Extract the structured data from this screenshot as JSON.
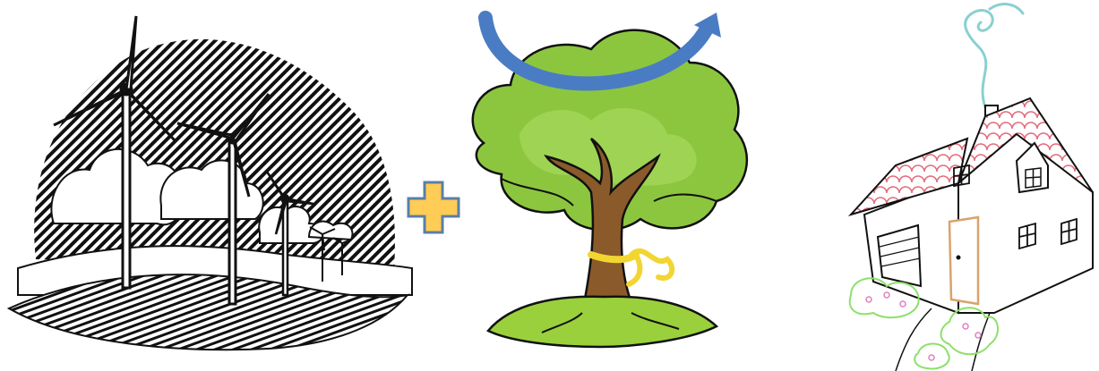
{
  "scene": {
    "panels": [
      {
        "name": "wind-turbines-illustration",
        "style": "black-and-white engraving"
      },
      {
        "name": "plus-sign",
        "style": "yellow with blue outline"
      },
      {
        "name": "tree-illustration",
        "style": "color cartoon"
      },
      {
        "name": "house-illustration",
        "style": "sketch with pastel accents"
      }
    ]
  },
  "colors": {
    "ink": "#111111",
    "plus_fill": "#ffcc55",
    "plus_outline": "#5b7fa6",
    "arrow_blue": "#4a7cc4",
    "foliage_light": "#8cc63f",
    "foliage_dark": "#6aa830",
    "trunk": "#8b5a2b",
    "grass": "#9ad03c",
    "ribbon": "#f2d531",
    "roof": "#e36a7a",
    "door": "#d9a36b",
    "smoke": "#8ad0d0",
    "flowers": "#8de06a"
  }
}
